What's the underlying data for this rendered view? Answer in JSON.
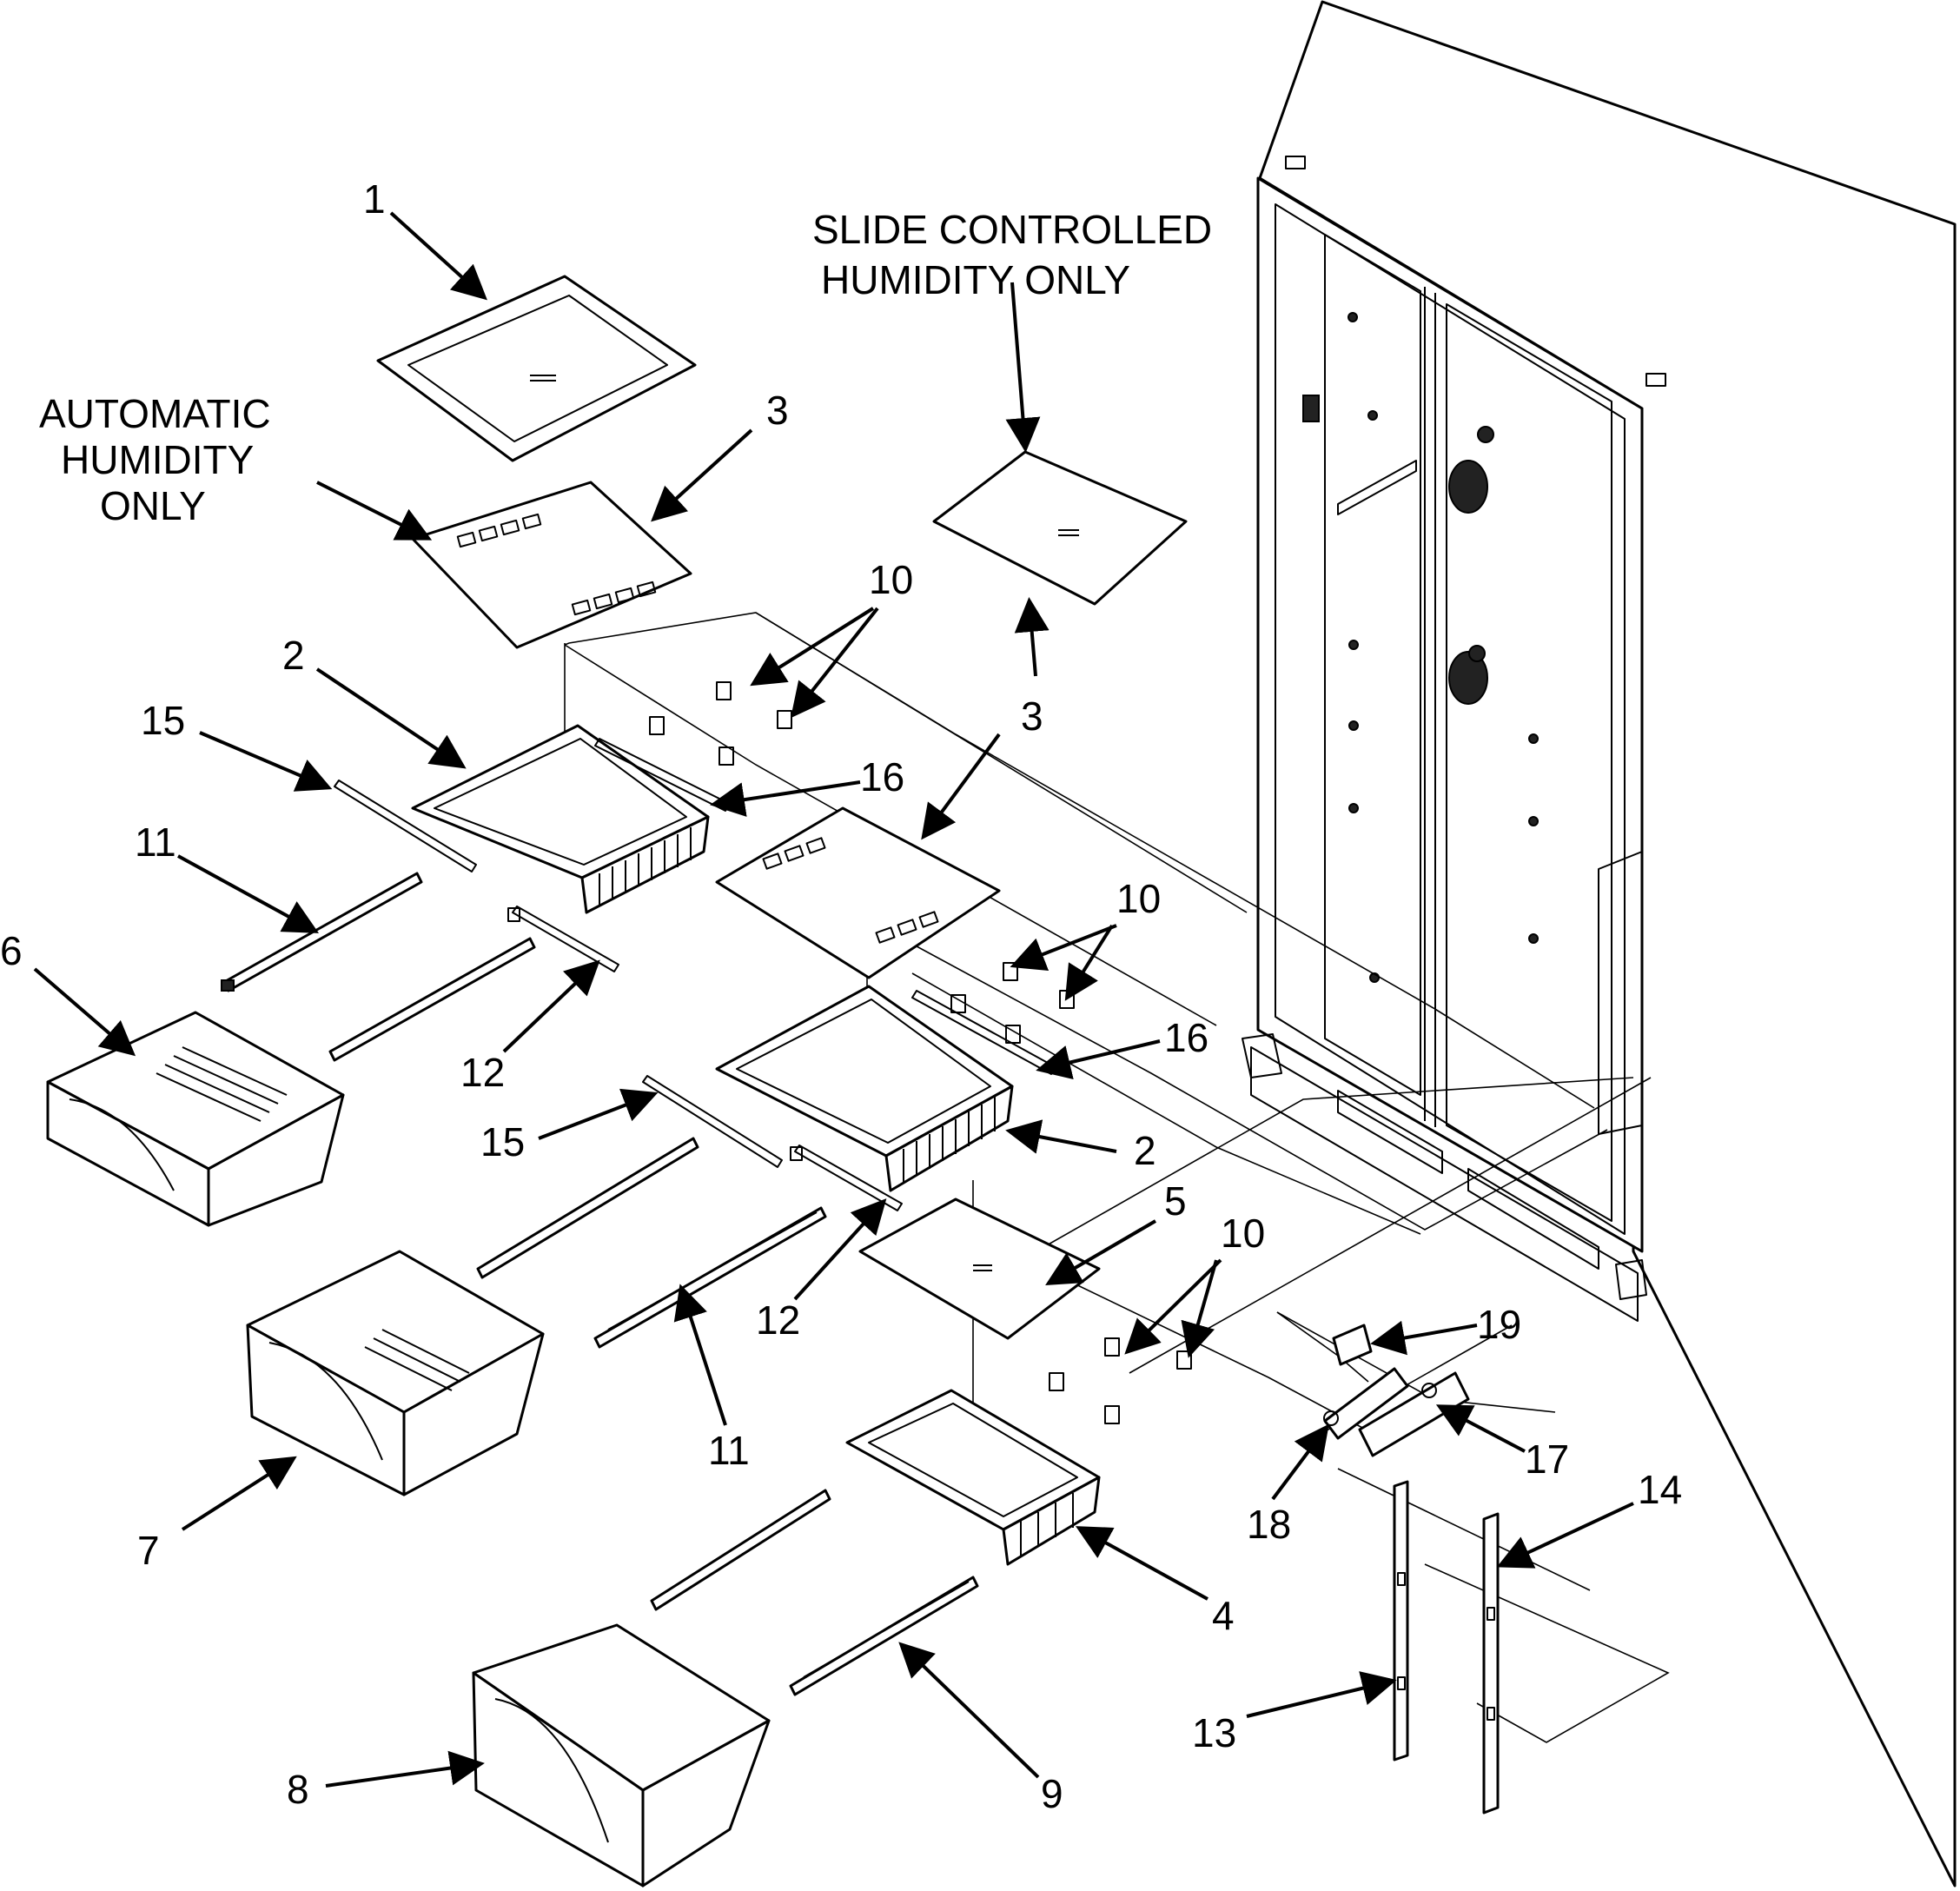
{
  "labels": {
    "l1": "1",
    "l2a": "2",
    "l2b": "2",
    "l3a": "3",
    "l3b": "3",
    "l4": "4",
    "l5": "5",
    "l6": "6",
    "l7": "7",
    "l8": "8",
    "l9": "9",
    "l10a": "10",
    "l10b": "10",
    "l10c": "10",
    "l11a": "11",
    "l11b": "11",
    "l12a": "12",
    "l12b": "12",
    "l13": "13",
    "l14": "14",
    "l15a": "15",
    "l15b": "15",
    "l16a": "16",
    "l16b": "16",
    "l17": "17",
    "l18": "18",
    "l19": "19"
  },
  "notes": {
    "auto_line1": "AUTOMATIC",
    "auto_line2": "HUMIDITY",
    "auto_line3": "ONLY",
    "slide_line1": "SLIDE CONTROLLED",
    "slide_line2": "HUMIDITY ONLY"
  }
}
